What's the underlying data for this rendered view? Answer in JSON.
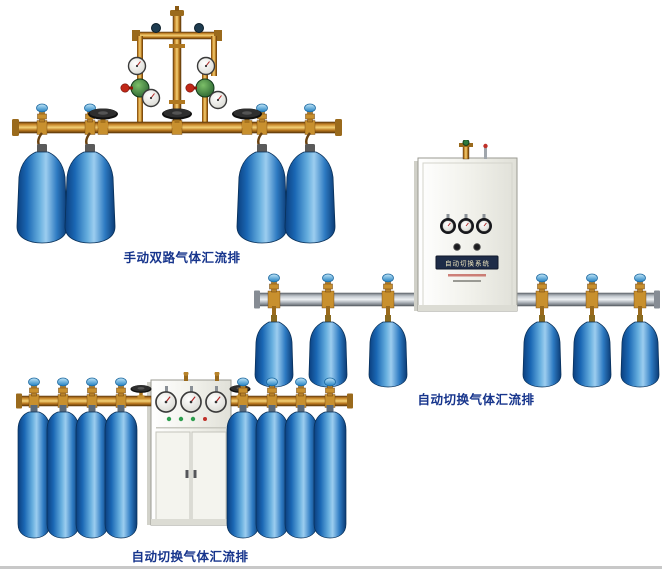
{
  "page": {
    "background": "#ffffff",
    "caption_color": "#16348c"
  },
  "products": [
    {
      "id": "manual-dual-manifold",
      "caption": "手动双路气体汇流排",
      "cylinder_count": 4
    },
    {
      "id": "auto-switch-wall-manifold",
      "caption": "自动切换气体汇流排",
      "cabinet_label": "自动切换系统",
      "cylinder_count": 6
    },
    {
      "id": "auto-switch-floor-manifold",
      "caption": "自动切换气体汇流排",
      "cylinder_count": 8
    }
  ],
  "colors": {
    "brass_pipe": "#c8902e",
    "cylinder_blue": "#2d7ac2",
    "valve_cap_blue": "#4fa8d8",
    "silver_pipe": "#c3c9cf",
    "cabinet_body": "#f2f2ec",
    "regulator_green": "#2e7a3e",
    "knob_red": "#c02818"
  }
}
